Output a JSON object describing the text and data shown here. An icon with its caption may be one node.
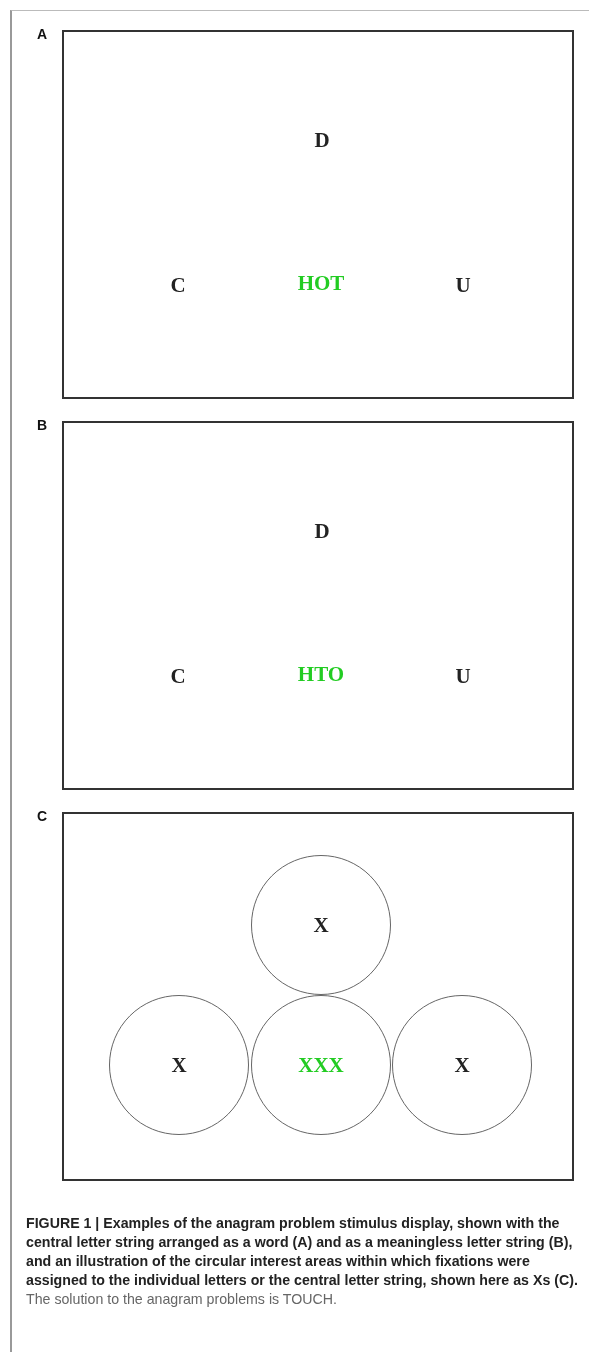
{
  "diagram": {
    "caption": "**FIGURE 1 | Examples of the anagram problem stimulus display, shown with the central letter string arranged as a word (A) and as a meaningless letter string (B), and an illustration of the circular interest areas within which fixations were assigned to the individual letters or the central letter string, shown here as Xs (C).** The solution to the anagram problems is TOUCH.",
    "nodes": [
      {
        "text": [
          "A",
          "D",
          "C",
          "HOT",
          "U"
        ]
      },
      {
        "text": [
          "B",
          "D",
          "C",
          "HTO",
          "U"
        ]
      },
      {
        "text": [
          "C"
        ]
      },
      {
        "text": [
          "X"
        ],
        "in": 2
      },
      {
        "text": [
          "X"
        ],
        "in": 2
      },
      {
        "text": [
          "XXX"
        ],
        "in": 2
      },
      {
        "text": [
          "X"
        ],
        "in": 2
      }
    ]
  }
}
